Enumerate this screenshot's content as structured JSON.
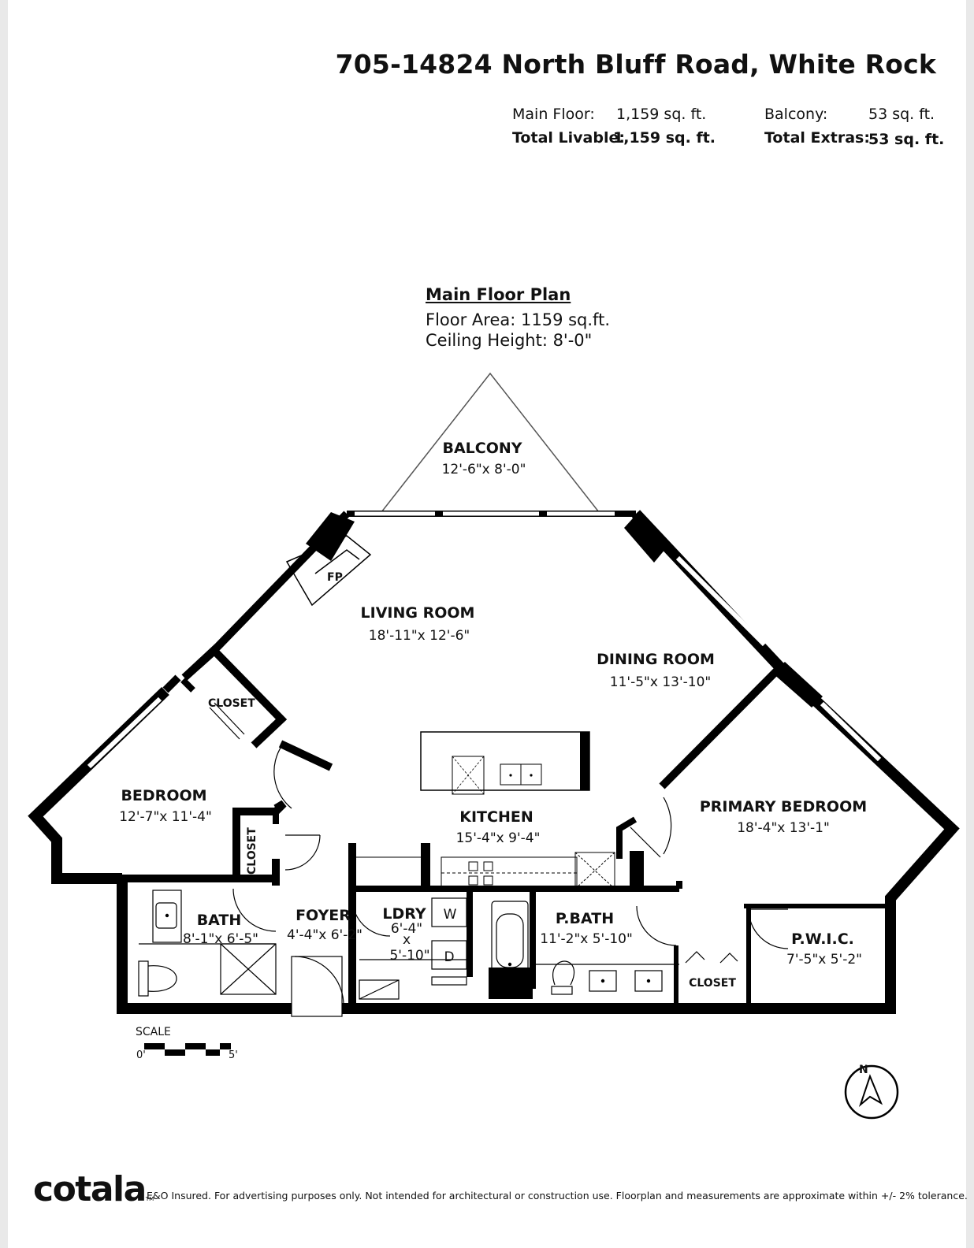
{
  "title": "705-14824 North Bluff Road, White Rock",
  "areas": {
    "main_floor_label": "Main Floor:",
    "main_floor_value": "1,159 sq. ft.",
    "total_livable_label": "Total Livable:",
    "total_livable_value": "1,159 sq. ft.",
    "balcony_label": "Balcony:",
    "balcony_value": "53 sq. ft.",
    "total_extras_label": "Total Extras:",
    "total_extras_value": "53 sq. ft."
  },
  "plan": {
    "heading": "Main Floor Plan",
    "floor_area": "Floor Area: 1159 sq.ft.",
    "ceiling_height": "Ceiling Height: 8'-0\""
  },
  "rooms": {
    "balcony": {
      "name": "BALCONY",
      "dims": "12'-6\"x 8'-0\""
    },
    "fireplace": "FP",
    "living": {
      "name": "LIVING ROOM",
      "dims": "18'-11\"x 12'-6\""
    },
    "dining": {
      "name": "DINING ROOM",
      "dims": "11'-5\"x 13'-10\""
    },
    "closet_bedroom": "CLOSET",
    "bedroom": {
      "name": "BEDROOM",
      "dims": "12'-7\"x 11'-4\""
    },
    "kitchen": {
      "name": "KITCHEN",
      "dims": "15'-4\"x 9'-4\""
    },
    "primary": {
      "name": "PRIMARY BEDROOM",
      "dims": "18'-4\"x 13'-1\""
    },
    "closet_hall": "CLOSET",
    "bath": {
      "name": "BATH",
      "dims": "8'-1\"x 6'-5\""
    },
    "foyer": {
      "name": "FOYER",
      "dims": "4'-4\"x 6'-2\""
    },
    "laundry": {
      "name": "LDRY",
      "dim_w": "6'-4\"",
      "dim_x": "x",
      "dim_h": "5'-10\""
    },
    "washer": "W",
    "dryer": "D",
    "pbath": {
      "name": "P.BATH",
      "dims": "11'-2\"x 5'-10\""
    },
    "closet_primary": "CLOSET",
    "pwic": {
      "name": "P.W.I.C.",
      "dims": "7'-5\"x 5'-2\""
    }
  },
  "scale": {
    "label": "SCALE",
    "start": "0'",
    "end": "5'"
  },
  "compass": {
    "label": "N"
  },
  "brand": {
    "logo": "cotala",
    "tm": "TM"
  },
  "disclaimer": "E&O Insured. For advertising purposes only. Not intended for architectural or construction use. Floorplan and measurements are approximate within +/- 2% tolerance."
}
